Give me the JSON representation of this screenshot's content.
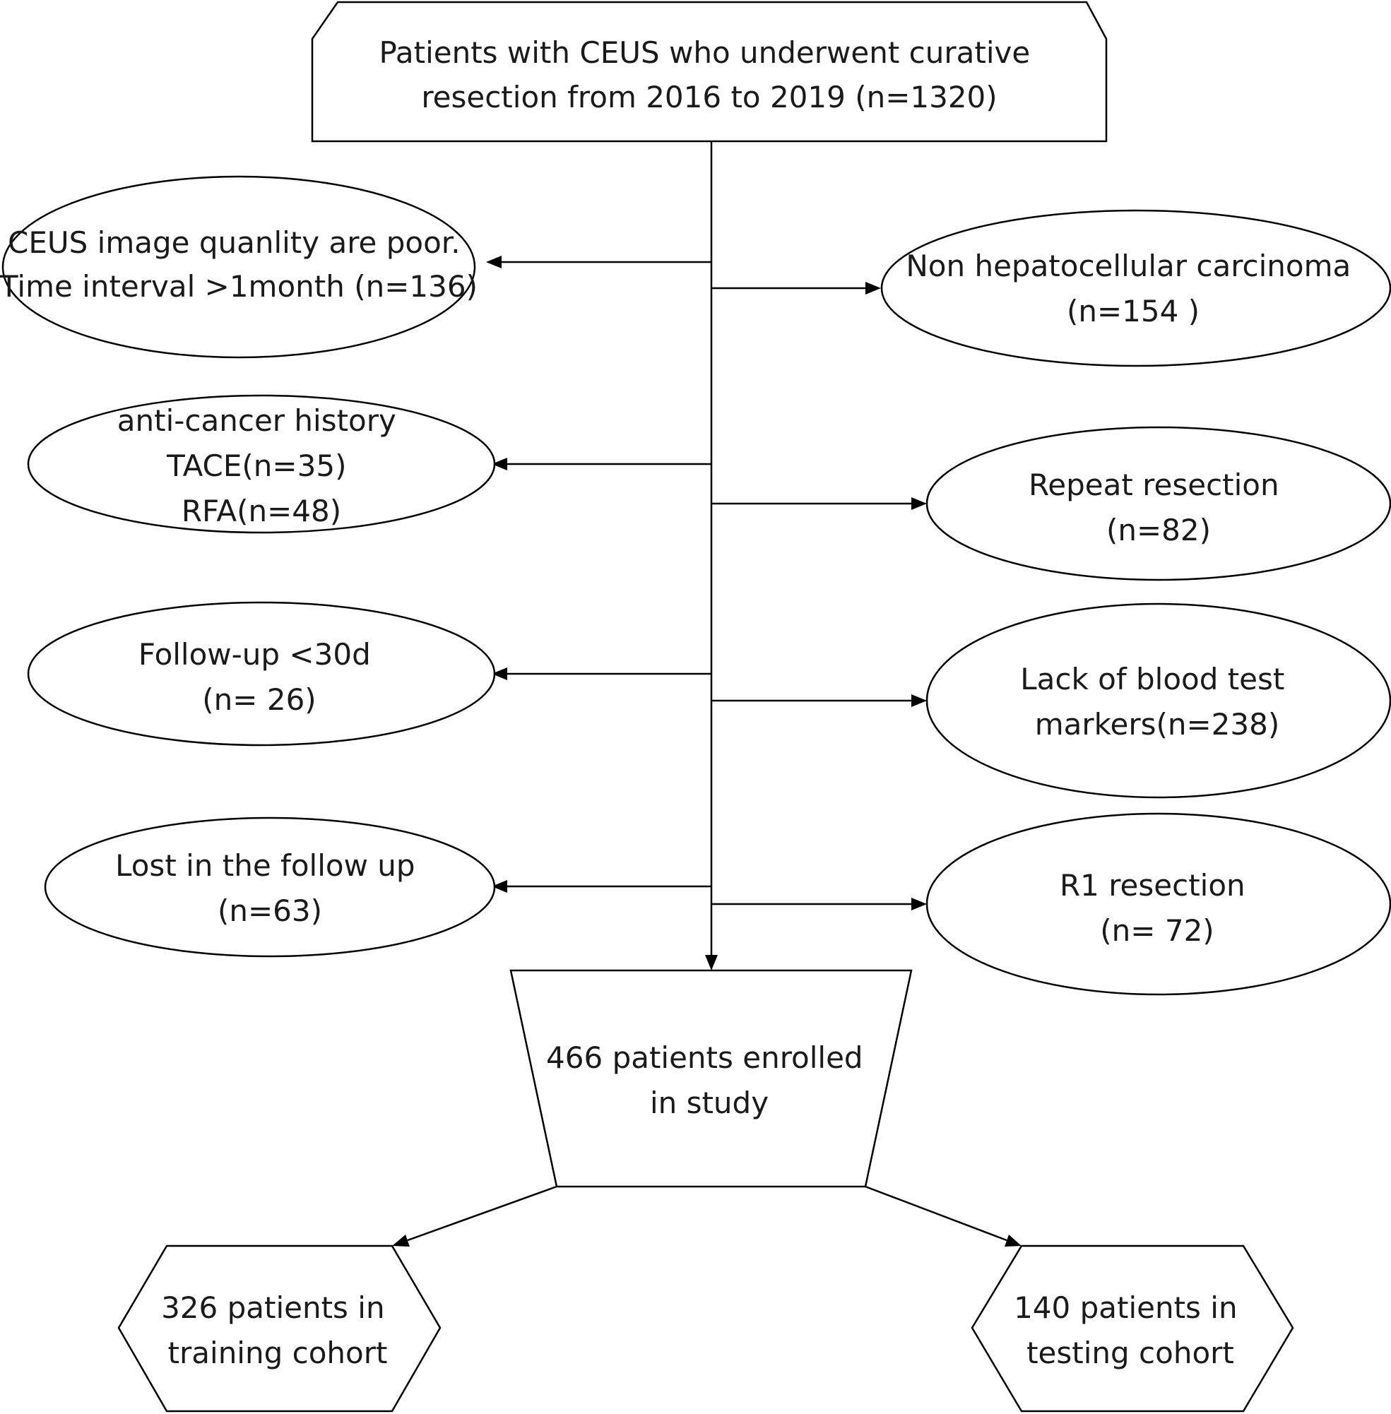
{
  "start": {
    "lines": [
      "Patients with CEUS who underwent curative",
      "resection from 2016 to 2019 (n=1320)"
    ]
  },
  "exclusions_left": [
    {
      "lines": [
        "CEUS image quanlity are poor.",
        "Time interval >1month (n=136)"
      ]
    },
    {
      "lines": [
        "anti-cancer history",
        "TACE(n=35)",
        "RFA(n=48)"
      ]
    },
    {
      "lines": [
        "Follow-up <30d",
        "(n= 26)"
      ]
    },
    {
      "lines": [
        "Lost in the follow up",
        "(n=63)"
      ]
    }
  ],
  "exclusions_right": [
    {
      "lines": [
        "Non hepatocellular carcinoma",
        "(n=154 )"
      ]
    },
    {
      "lines": [
        "Repeat resection",
        "(n=82)"
      ]
    },
    {
      "lines": [
        "Lack of blood test",
        "markers(n=238)"
      ]
    },
    {
      "lines": [
        "R1 resection",
        "(n= 72)"
      ]
    }
  ],
  "enrolled": {
    "lines": [
      "466 patients enrolled",
      "in study"
    ]
  },
  "cohorts": [
    {
      "lines": [
        "326 patients in",
        "training cohort"
      ]
    },
    {
      "lines": [
        "140 patients in",
        "testing cohort"
      ]
    }
  ]
}
